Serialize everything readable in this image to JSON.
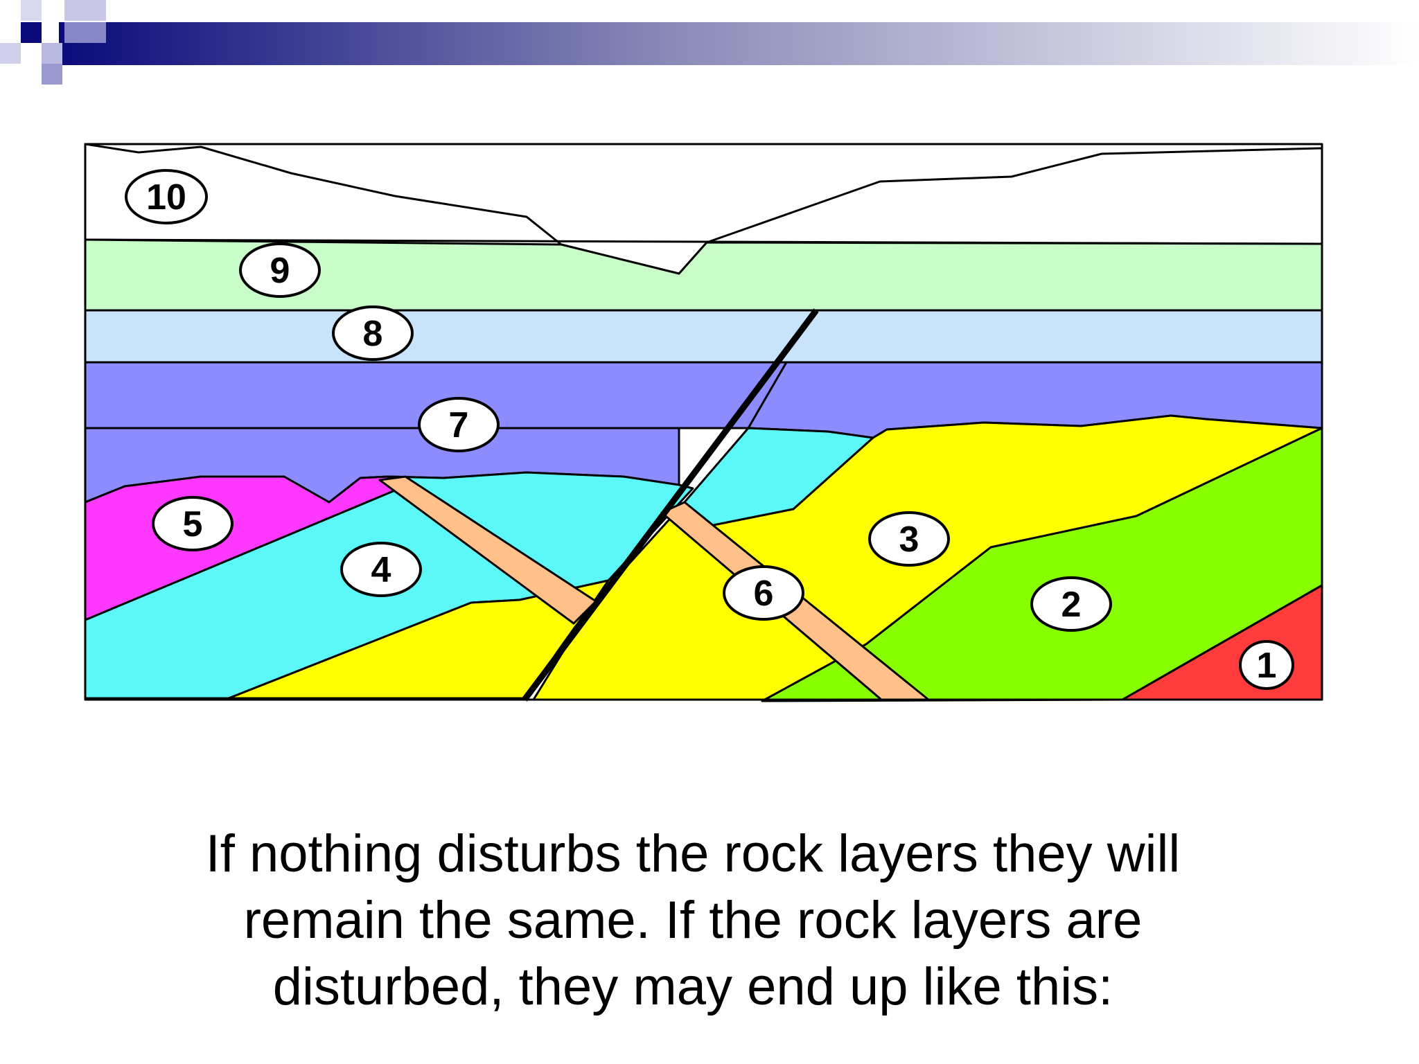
{
  "slide": {
    "caption_lines": [
      "If nothing disturbs the rock layers they will",
      "remain the same. If the rock layers are",
      "disturbed, they may end up like this:"
    ]
  },
  "diagram": {
    "layers": [
      {
        "label": "1",
        "color": "#FF3B3B"
      },
      {
        "label": "2",
        "color": "#88FF00"
      },
      {
        "label": "3",
        "color": "#FFFF00"
      },
      {
        "label": "4",
        "color": "#5CF8F8"
      },
      {
        "label": "5",
        "color": "#FF38FF"
      },
      {
        "label": "6",
        "color": "#FFC08A"
      },
      {
        "label": "7",
        "color": "#8C8CFF"
      },
      {
        "label": "8",
        "color": "#C9E3FB"
      },
      {
        "label": "9",
        "color": "#C8FCC8"
      },
      {
        "label": "10",
        "color": "#FFFFFF"
      }
    ],
    "fault_color": "#000000"
  },
  "header": {
    "gradient_start": "#0A0A7A",
    "gradient_end": "#FFFFFF"
  }
}
